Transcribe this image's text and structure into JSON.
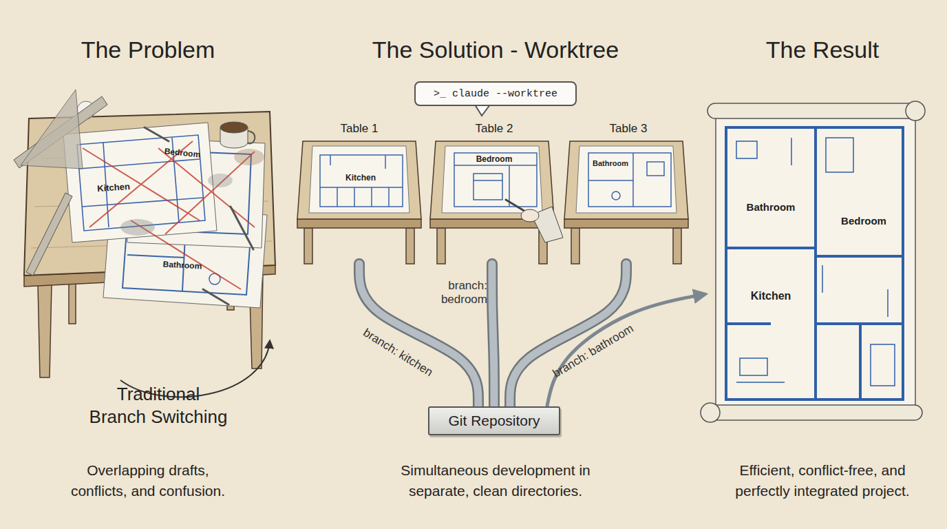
{
  "diagram": {
    "nodes": [
      {
        "text": [
          "Kitchen",
          "Bedroom",
          "Bathroom"
        ]
      },
      {
        "text": [
          ">_ claude --worktree"
        ]
      },
      {
        "text": [
          "Table 1",
          "Kitchen"
        ]
      },
      {
        "text": [
          "Table 2",
          "Bedroom"
        ]
      },
      {
        "text": [
          "Table 3",
          "Bathroom"
        ]
      },
      {
        "text": [
          "Git Repository"
        ]
      },
      {
        "text": [
          "Bathroom",
          "Bedroom",
          "Kitchen"
        ]
      }
    ],
    "edges": [
      {
        "from": 5,
        "to": 2,
        "arrow": "none",
        "label": "branch: kitchen"
      },
      {
        "from": 5,
        "to": 3,
        "arrow": "none",
        "label": "branch: bedroom"
      },
      {
        "from": 5,
        "to": 4,
        "arrow": "none",
        "label": "branch: bathroom"
      },
      {
        "from": 5,
        "to": 6,
        "arrow": "to"
      }
    ],
    "labels": [
      "The Problem",
      "The Solution - Worktree",
      "The Result",
      "Traditional Branch Switching",
      "Overlapping drafts, conflicts, and confusion.",
      "Simultaneous development in separate, clean directories.",
      "Efficient, conflict-free, and perfectly integrated project."
    ]
  }
}
